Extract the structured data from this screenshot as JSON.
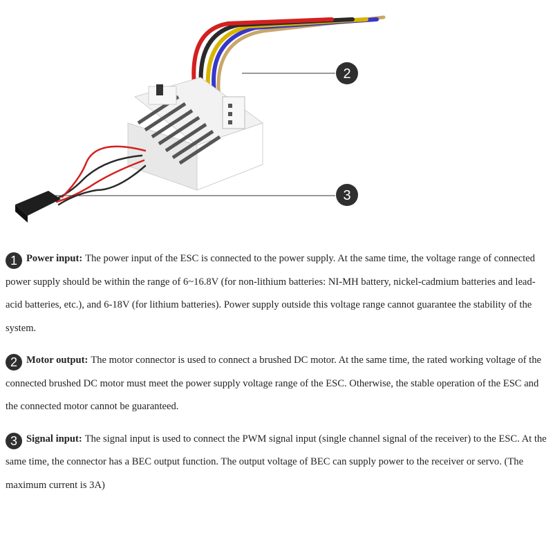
{
  "callouts": [
    {
      "number": "2"
    },
    {
      "number": "3"
    }
  ],
  "sections": [
    {
      "number": "1",
      "term": "Power input:",
      "body": "The power input of the ESC is connected to the power supply. At the same time, the voltage range of connected power supply should be within the range of 6~16.8V (for non-lithium batteries: NI-MH battery, nickel-cadmium batteries and lead-acid batteries, etc.), and 6-18V (for lithium batteries). Power supply outside this voltage range cannot guarantee the stability of the system."
    },
    {
      "number": "2",
      "term": "Motor output:",
      "body": "The motor connector is used to connect a brushed DC motor. At the same time, the rated working voltage of the connected brushed DC motor must meet the power supply voltage range of the ESC. Otherwise, the stable operation of the ESC and the connected motor cannot be guaranteed."
    },
    {
      "number": "3",
      "term": "Signal input:",
      "body": "The signal input is used to connect the PWM signal input (single channel signal of the receiver) to the ESC. At the same time, the connector has a BEC output function. The output voltage of BEC can supply power to the receiver or servo. (The maximum current is 3A)"
    }
  ],
  "colors": {
    "wire_red": "#d42020",
    "wire_black": "#2a2a2a",
    "wire_yellow": "#d8b400",
    "wire_blue": "#3838c8",
    "wire_tan": "#c9a76a",
    "badge": "#2f2f2f"
  }
}
